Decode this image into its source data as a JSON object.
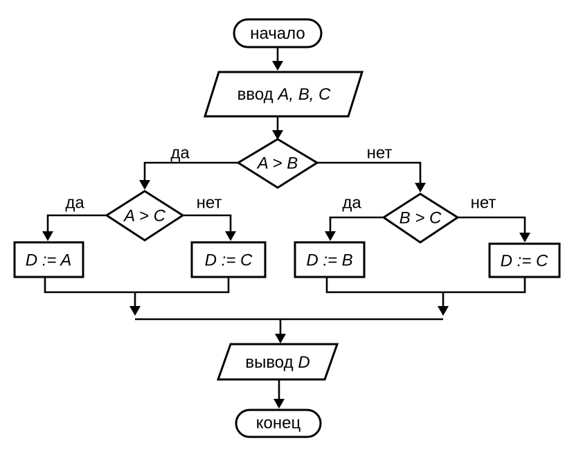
{
  "nodes": {
    "start": {
      "word": "начало"
    },
    "input": {
      "word": "ввод",
      "vars": "A, B, C"
    },
    "cond_ab": {
      "vars": "A > B"
    },
    "cond_ac": {
      "vars": "A > C"
    },
    "cond_bc": {
      "vars": "B > C"
    },
    "assign_da": {
      "vars": "D := A"
    },
    "assign_dc1": {
      "vars": "D := C"
    },
    "assign_db": {
      "vars": "D := B"
    },
    "assign_dc2": {
      "vars": "D := C"
    },
    "output": {
      "word": "вывод",
      "vars": "D"
    },
    "end": {
      "word": "конец"
    }
  },
  "branches": {
    "ab_yes": "да",
    "ab_no": "нет",
    "ac_yes": "да",
    "ac_no": "нет",
    "bc_yes": "да",
    "bc_no": "нет"
  },
  "colors": {
    "ink": "#000000",
    "paper": "#ffffff"
  }
}
